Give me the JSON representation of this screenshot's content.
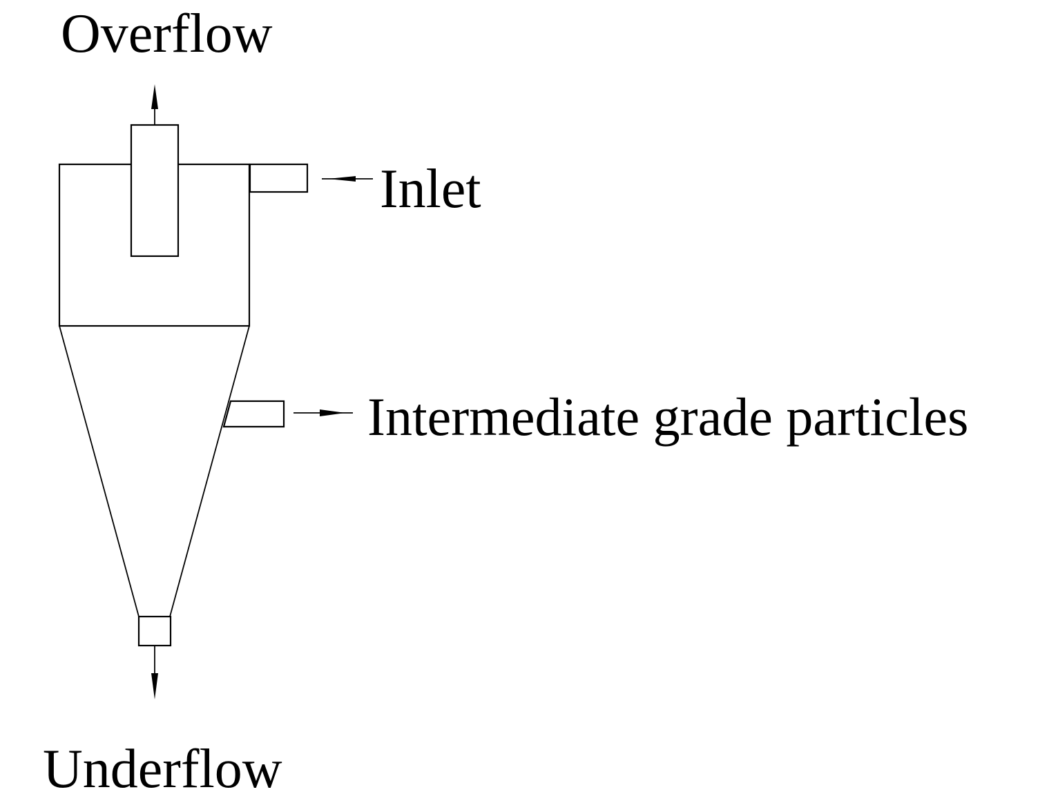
{
  "diagram": {
    "labels": {
      "overflow": "Overflow",
      "inlet": "Inlet",
      "intermediate": "Intermediate grade particles",
      "underflow": "Underflow"
    },
    "colors": {
      "stroke": "#000000",
      "background": "#ffffff"
    }
  }
}
